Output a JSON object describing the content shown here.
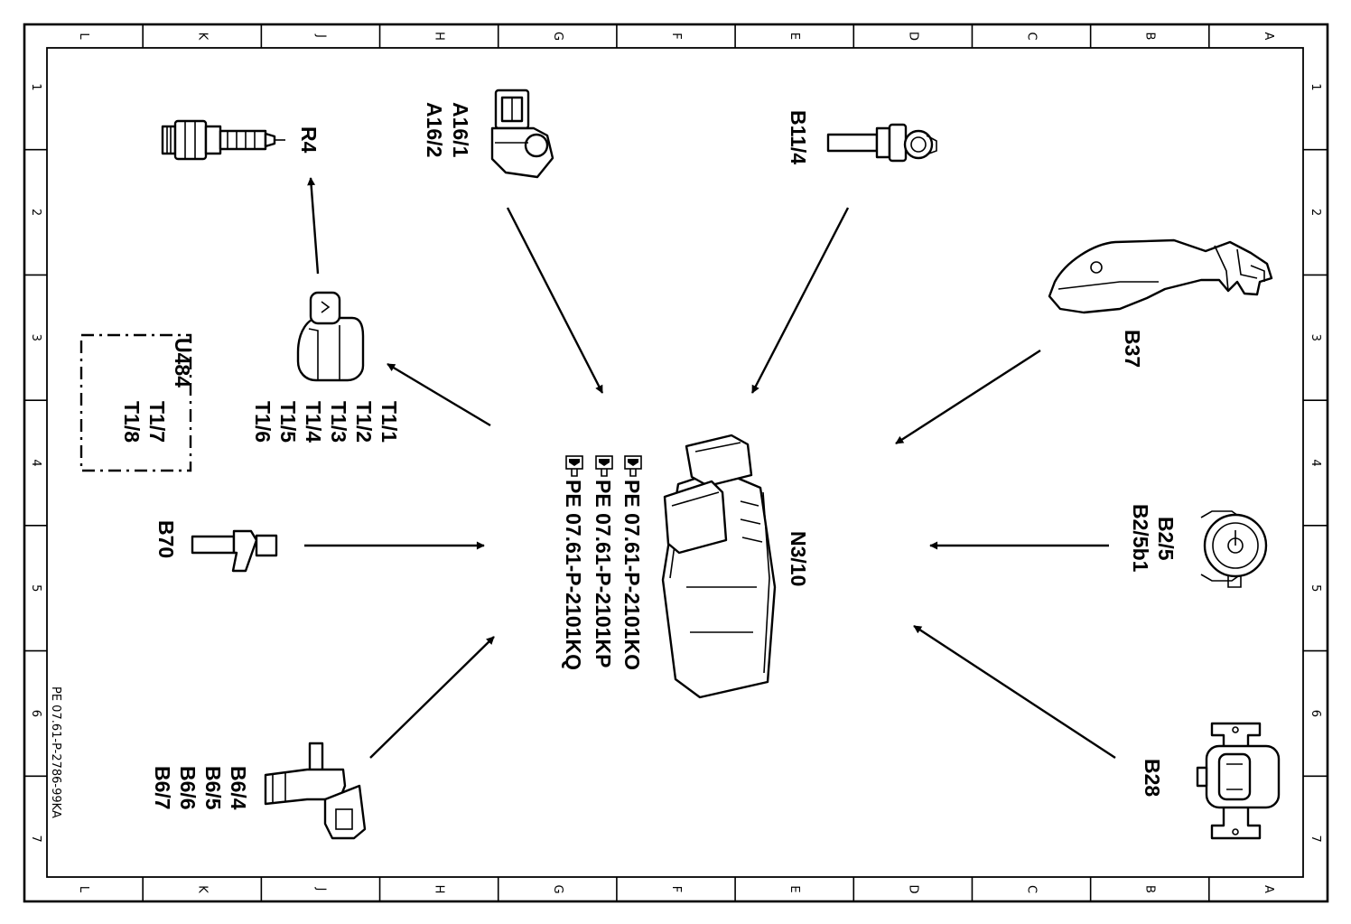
{
  "drawing": {
    "document_number": "PE 07.61-P-2786-99KA",
    "column_letters": [
      "L",
      "K",
      "J",
      "H",
      "G",
      "F",
      "E",
      "D",
      "C",
      "B",
      "A"
    ],
    "row_numbers": [
      "1",
      "2",
      "3",
      "4",
      "5",
      "6",
      "7"
    ]
  },
  "components": {
    "control_unit": {
      "label": "N3/10",
      "references": [
        "PE 07.61-P-2101KO",
        "PE 07.61-P-2101KP",
        "PE 07.61-P-2101KQ"
      ]
    },
    "spark_plug": {
      "label": "R4"
    },
    "throttle_actuator": {
      "labels": [
        "A16/1",
        "A16/2"
      ]
    },
    "coolant_sensor": {
      "label": "B11/4"
    },
    "pedal_sensor": {
      "label": "B37"
    },
    "hfm_sensor": {
      "labels": [
        "B2/5",
        "B2/5b1"
      ]
    },
    "pressure_sensor": {
      "label": "B28"
    },
    "camshaft_sensor": {
      "labels": [
        "B6/4",
        "B6/5",
        "B6/6",
        "B6/7"
      ]
    },
    "crankshaft_sensor": {
      "label": "B70"
    },
    "ignition_coils": {
      "labels": [
        "T1/1",
        "T1/2",
        "T1/3",
        "T1/4",
        "T1/5",
        "T1/6"
      ]
    },
    "immobilizer_group": {
      "labels": [
        "U484",
        "T1/7",
        "T1/8"
      ]
    }
  },
  "icons": {
    "reference": "pointing-hand-icon"
  }
}
